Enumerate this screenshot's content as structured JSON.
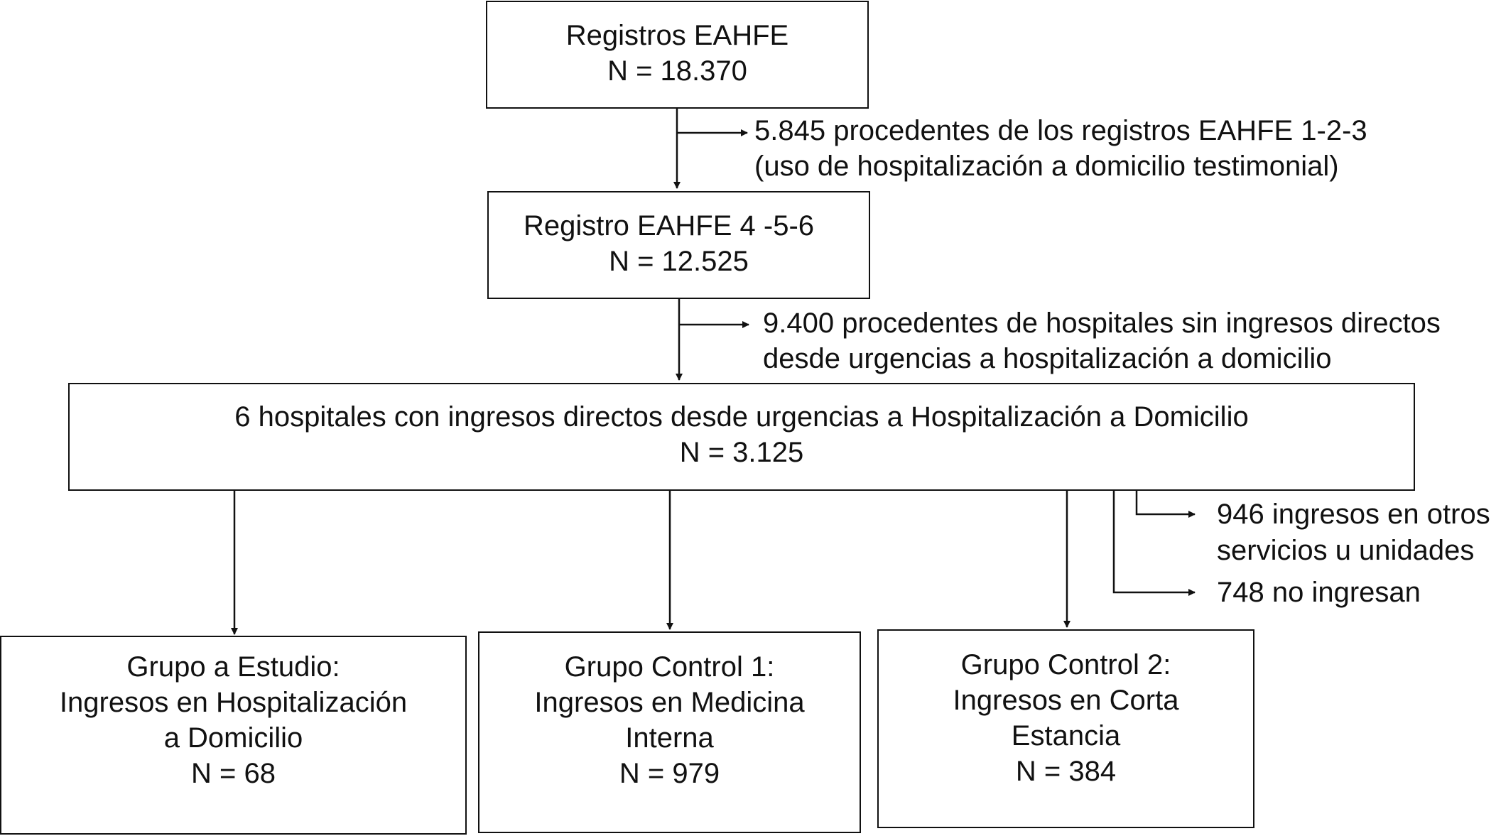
{
  "box_top": {
    "line1": "Registros EAHFE",
    "line2": "N = 18.370"
  },
  "exclusion_1": {
    "line1": "5.845 procedentes de los registros EAHFE 1-2-3",
    "line2": "(uso de hospitalización a domicilio testimonial)"
  },
  "box_second": {
    "line1": "Registro EAHFE 4 -5-6",
    "line2": "N = 12.525"
  },
  "exclusion_2": {
    "line1": "9.400 procedentes de hospitales sin ingresos directos",
    "line2": "desde urgencias a hospitalización a domicilio"
  },
  "box_hospitals": {
    "line1": "6 hospitales con ingresos directos desde urgencias a Hospitalización a Domicilio",
    "line2": "N = 3.125"
  },
  "exclusion_3": {
    "line1": "946 ingresos en otros",
    "line2": "servicios u unidades"
  },
  "exclusion_4": {
    "line1": "748 no ingresan"
  },
  "group_study": {
    "line1": "Grupo a Estudio:",
    "line2": "Ingresos en Hospitalización",
    "line3": "a Domicilio",
    "line4": "N = 68"
  },
  "group_control_1": {
    "line1": "Grupo Control 1:",
    "line2": "Ingresos en Medicina",
    "line3": "Interna",
    "line4": "N = 979"
  },
  "group_control_2": {
    "line1": "Grupo Control 2:",
    "line2": "Ingresos en Corta",
    "line3": "Estancia",
    "line4": "N = 384"
  }
}
